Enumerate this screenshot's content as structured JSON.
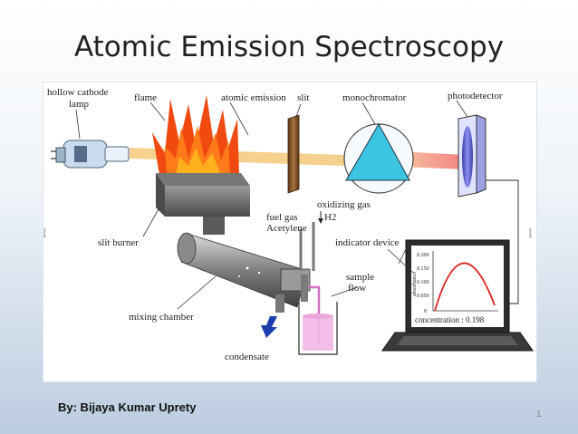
{
  "slide": {
    "title": "Atomic Emission Spectroscopy",
    "author": "By: Bijaya Kumar Uprety",
    "page_number": "1"
  },
  "diagram": {
    "labels": {
      "hollow_cathode_line1": "hollow cathode",
      "hollow_cathode_line2": "lamp",
      "flame": "flame",
      "atomic_emission": "atomic emission",
      "slit": "slit",
      "monochromator": "monochromator",
      "photodetector": "photodetector",
      "oxidizing_gas": "oxidizing gas",
      "fuel_gas": "fuel gas",
      "h2": "H2",
      "acetylene": "Acetylene",
      "indicator_device": "indicator device",
      "slit_burner": "slit burner",
      "sample_flow_line1": "sample",
      "sample_flow_line2": "flow",
      "mixing_chamber": "mixing chamber",
      "condensate": "condensate"
    },
    "indicator_screen": {
      "ylabel": "absorbance",
      "ticks": [
        "0.200",
        "0.150",
        "0.100",
        "0.050",
        "0"
      ],
      "concentration_readout": "concentration : 0.198"
    },
    "colors": {
      "beam": "#f5c97a",
      "flame_outer": "#f04a10",
      "flame_inner": "#ffb01e",
      "prism": "#3cc4e0",
      "detector": "#6c6fd0",
      "curve": "#d8241c",
      "liquid": "#f2b8e6"
    }
  }
}
